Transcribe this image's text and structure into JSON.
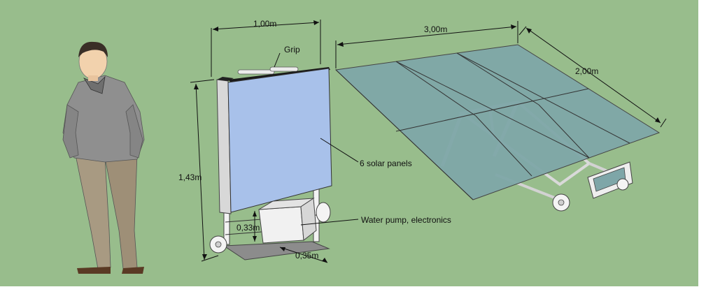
{
  "colors": {
    "background": "#98bd8c",
    "panel_front": "#a8c1ea",
    "panel_array": "#7ea6a8",
    "sweater": "#8f8f8f",
    "trousers": "#a89a82",
    "skin": "#f2d2ad"
  },
  "labels": {
    "width_cart": "1,00m",
    "grip": "Grip",
    "height_cart": "1,43m",
    "solar_panels": "6 solar panels",
    "pump_height": "0,33m",
    "pump_depth": "0,35m",
    "pump_label": "Water pump, electronics",
    "array_length": "3,00m",
    "array_width": "2,00m"
  }
}
